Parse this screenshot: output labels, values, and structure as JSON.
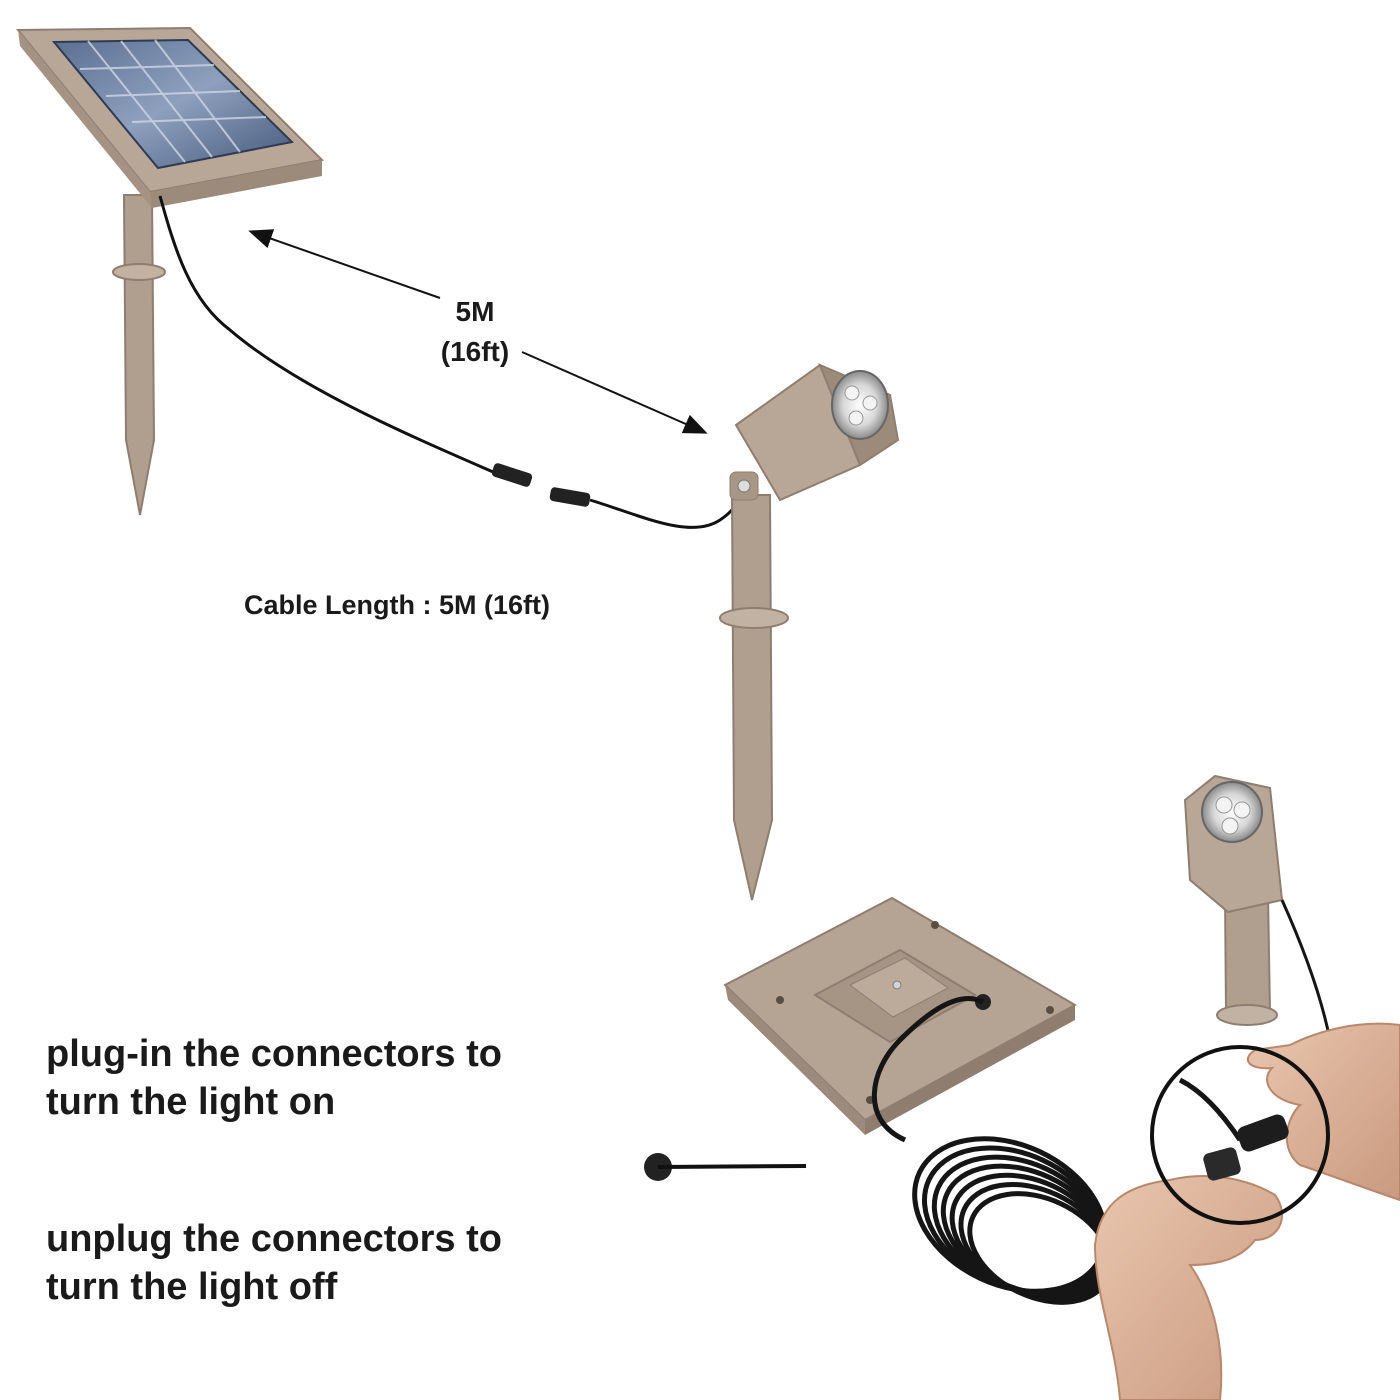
{
  "distance_label": {
    "line1": "5M",
    "line2": "(16ft)"
  },
  "cable_length_label": "Cable Length : 5M (16ft)",
  "instructions": {
    "on": {
      "line1": "plug-in the connectors to",
      "line2": "turn the light on"
    },
    "off": {
      "line1": "unplug the connectors to",
      "line2": "turn the light off"
    }
  },
  "colors": {
    "housing": "#b09e8f",
    "housing_shadow": "#8f7e70",
    "solar_cell": "#4a5f82",
    "cable": "#111111",
    "text": "#1a1a1a"
  }
}
